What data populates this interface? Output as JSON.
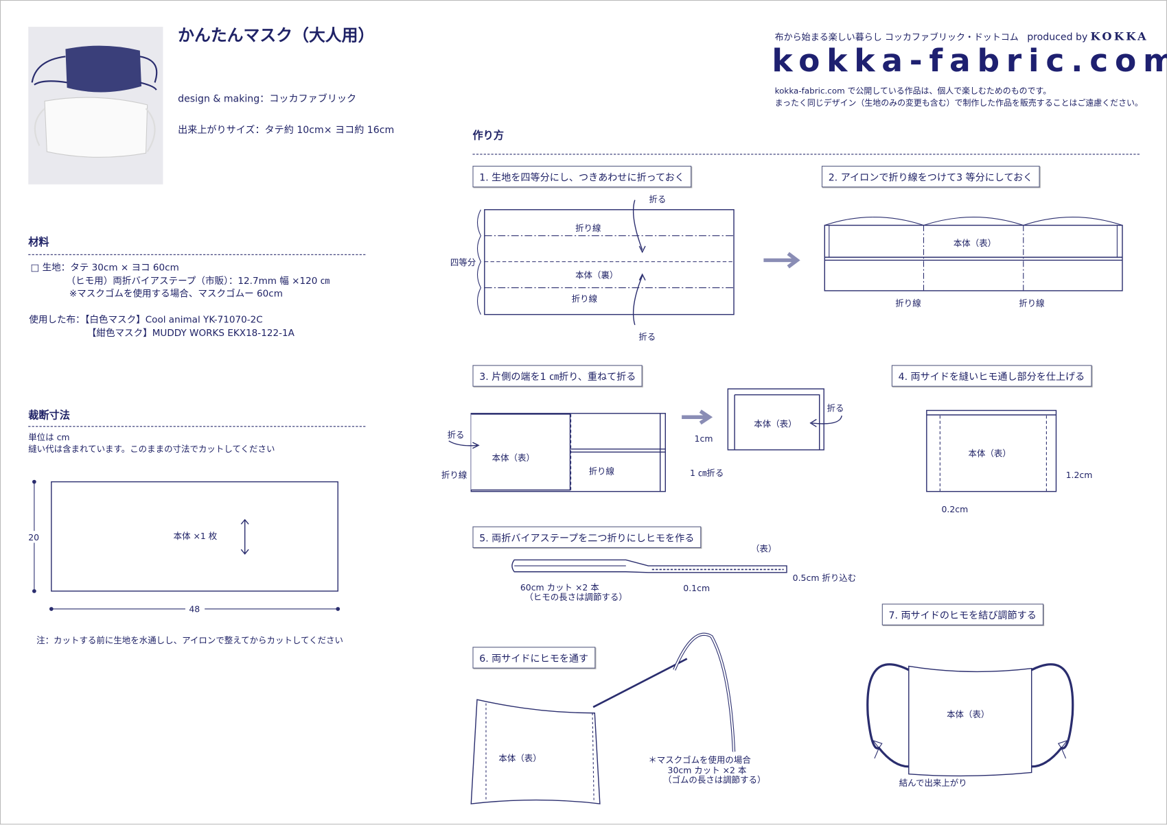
{
  "header": {
    "title": "かんたんマスク（大人用）",
    "design": "design & making：コッカファブリック",
    "finished_size": "出来上がりサイズ：タテ約 10cm× ヨコ約 16cm",
    "tagline": "布から始まる楽しい暮らし コッカファブリック・ドットコム",
    "produced_by": "produced by",
    "brand": "KOKKA",
    "logo": "kokka-fabric.com",
    "notice1": "kokka-fabric.com で公開している作品は、個人で楽しむためのものです。",
    "notice2": "まったく同じデザイン（生地のみの変更も含む）で制作した作品を販売することはご遠慮ください。"
  },
  "materials": {
    "heading": "材料",
    "lines": [
      "□ 生地：タテ 30cm × ヨコ 60cm",
      "（ヒモ用）両折バイアステープ（市販）：12.7mm 幅 ×120 ㎝",
      "※マスクゴムを使用する場合、マスクゴムー 60cm"
    ],
    "fabric_used": [
      "使用した布：【白色マスク】Cool animal  YK-71070-2C",
      "【紺色マスク】MUDDY  WORKS  EKX18-122-1A"
    ]
  },
  "cutting": {
    "heading": "裁断寸法",
    "unit": "単位は cm",
    "seam_note": "縫い代は含まれています。このままの寸法でカットしてください",
    "piece_label": "本体 ×1 枚",
    "height": "20",
    "width": "48",
    "note": "注：カットする前に生地を水通しし、アイロンで整えてからカットしてください"
  },
  "howto": {
    "heading": "作り方",
    "steps": [
      "1. 生地を四等分にし、つきあわせに折っておく",
      "2. アイロンで折り線をつけて3 等分にしておく",
      "3. 片側の端を1 ㎝折り、重ねて折る",
      "4. 両サイドを縫いヒモ通し部分を仕上げる",
      "5. 両折バイアステープを二つ折りにしヒモを作る",
      "6. 両サイドにヒモを通す",
      "7. 両サイドのヒモを結び調節する"
    ],
    "labels": {
      "fold": "折る",
      "fold_line": "折り線",
      "quarter": "四等分",
      "body_back": "本体（裏）",
      "body_front": "本体（表）",
      "fold_1cm": "1 ㎝折る",
      "cm1": "1cm",
      "cm1_2": "1.2cm",
      "cm0_2": "0.2cm",
      "front": "（表）",
      "tuck": "0.5cm 折り込む",
      "cut60": "60cm カット ×2 本",
      "adjust_string": "（ヒモの長さは調節する）",
      "cm0_1": "0.1cm",
      "elastic_case": "＊マスクゴムを使用の場合",
      "cut30": "30cm カット ×2 本",
      "adjust_elastic": "（ゴムの長さは調節する）",
      "finish": "結んで出来上がり"
    }
  },
  "colors": {
    "ink": "#1f2266",
    "arrow": "#8a8db5"
  }
}
